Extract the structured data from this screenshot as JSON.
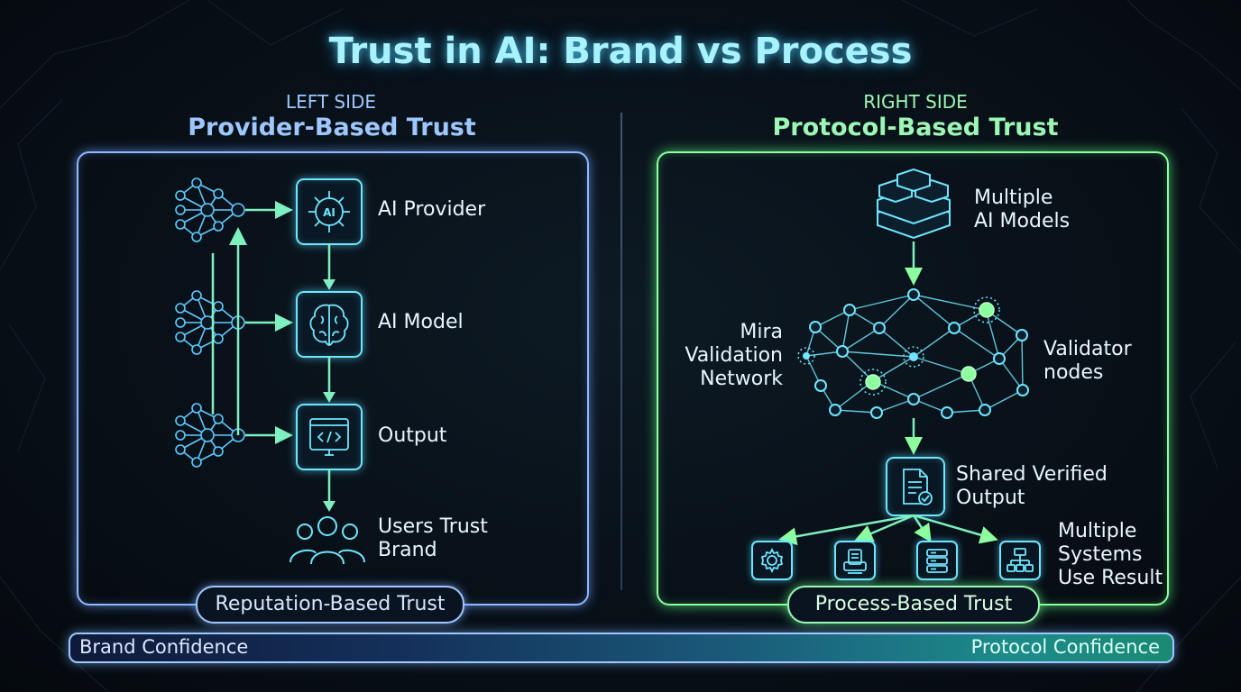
{
  "title": "Trust in AI: Brand vs Process",
  "left": {
    "kicker": "LEFT SIDE",
    "heading": "Provider-Based Trust",
    "nodes": [
      "AI Provider",
      "AI Model",
      "Output"
    ],
    "users_line1": "Users Trust",
    "users_line2": "Brand",
    "footer": "Reputation-Based Trust",
    "color": "#9ec7ff"
  },
  "right": {
    "kicker": "RIGHT SIDE",
    "heading": "Protocol-Based Trust",
    "models_line1": "Multiple",
    "models_line2": "AI Models",
    "network_line1": "Mira",
    "network_line2": "Validation",
    "network_line3": "Network",
    "validator_line1": "Validator",
    "validator_line2": "nodes",
    "output_line1": "Shared Verified",
    "output_line2": "Output",
    "systems_line1": "Multiple",
    "systems_line2": "Systems",
    "systems_line3": "Use Result",
    "footer": "Process-Based Trust",
    "color": "#9cf7b5"
  },
  "scale": {
    "left_label": "Brand Confidence",
    "right_label": "Protocol Confidence"
  },
  "icons": [
    "neural-net-icon",
    "ai-chip-icon",
    "brain-icon",
    "code-window-icon",
    "users-icon",
    "server-stack-icon",
    "document-check-icon",
    "gear-icon",
    "printer-icon",
    "database-icon",
    "org-chart-icon"
  ],
  "accent_cyan": "#6ee6ff",
  "accent_green": "#8dff9e"
}
